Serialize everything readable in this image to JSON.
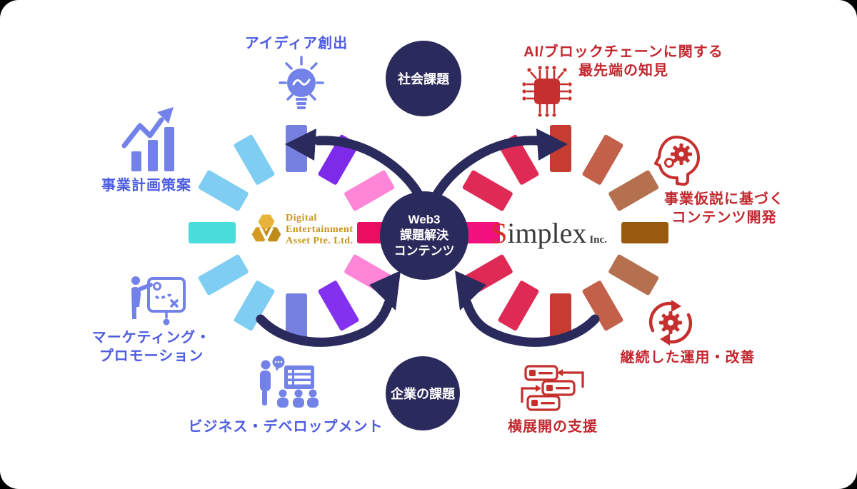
{
  "colors": {
    "navy": "#2b2a5c",
    "blue-text": "#4e5ce1",
    "red-text": "#c2272e",
    "blue-icon": "#7282e8",
    "red-icon": "#c5302e",
    "dea-gold": "#c8941f",
    "simplex-red": "#d93025",
    "simplex-dark": "#3b3b3b"
  },
  "hub": {
    "line1": "Web3",
    "line2": "課題解決",
    "line3": "コンテンツ"
  },
  "nodes": {
    "top": "社会課題",
    "bottom": "企業の課題"
  },
  "dea": {
    "name_line1": "Digital",
    "name_line2": "Entertainment",
    "name_line3": "Asset Pte. Ltd."
  },
  "simplex": {
    "initial": "S",
    "rest": "implex",
    "suffix": "Inc."
  },
  "left_labels": {
    "idea": "アイディア創出",
    "plan": "事業計画策案",
    "marketing_1": "マーケティング・",
    "marketing_2": "プロモーション",
    "bizdev": "ビジネス・デベロップメント"
  },
  "right_labels": {
    "ai_1": "AI/ブロックチェーンに関する",
    "ai_2": "最先端の知見",
    "hypothesis_1": "事業仮説に基づく",
    "hypothesis_2": "コンテンツ開発",
    "operation": "継続した運用・改善",
    "expansion": "横展開の支援"
  },
  "icons": [
    "lightbulb-icon",
    "bar-chart-icon",
    "strategy-board-icon",
    "presenter-audience-icon",
    "chip-icon",
    "head-gear-icon",
    "gear-cycle-icon",
    "server-flow-icon"
  ],
  "rings": {
    "left": {
      "segments": [
        {
          "angle": 0,
          "color": "#7580e0"
        },
        {
          "angle": 30,
          "color": "#7e2be9"
        },
        {
          "angle": 60,
          "color": "#ff85d6"
        },
        {
          "angle": 90,
          "color": "#ea0e63"
        },
        {
          "angle": 120,
          "color": "#ff85d6"
        },
        {
          "angle": 150,
          "color": "#8430ef"
        },
        {
          "angle": 180,
          "color": "#7580e0"
        },
        {
          "angle": 210,
          "color": "#7fcdf2"
        },
        {
          "angle": 240,
          "color": "#7fcdf2"
        },
        {
          "angle": 270,
          "color": "#49dcdb"
        },
        {
          "angle": 300,
          "color": "#7fcdf2"
        },
        {
          "angle": 330,
          "color": "#7fcdf2"
        }
      ]
    },
    "right": {
      "segments": [
        {
          "angle": 0,
          "color": "#c63c31"
        },
        {
          "angle": 30,
          "color": "#c2604a"
        },
        {
          "angle": 60,
          "color": "#b4704f"
        },
        {
          "angle": 90,
          "color": "#99590e"
        },
        {
          "angle": 120,
          "color": "#b4704f"
        },
        {
          "angle": 150,
          "color": "#c2604a"
        },
        {
          "angle": 180,
          "color": "#c63c31"
        },
        {
          "angle": 210,
          "color": "#df2a56"
        },
        {
          "angle": 240,
          "color": "#df2a56"
        },
        {
          "angle": 270,
          "color": "#f3107f"
        },
        {
          "angle": 300,
          "color": "#df2a56"
        },
        {
          "angle": 330,
          "color": "#df2a56"
        }
      ]
    }
  }
}
